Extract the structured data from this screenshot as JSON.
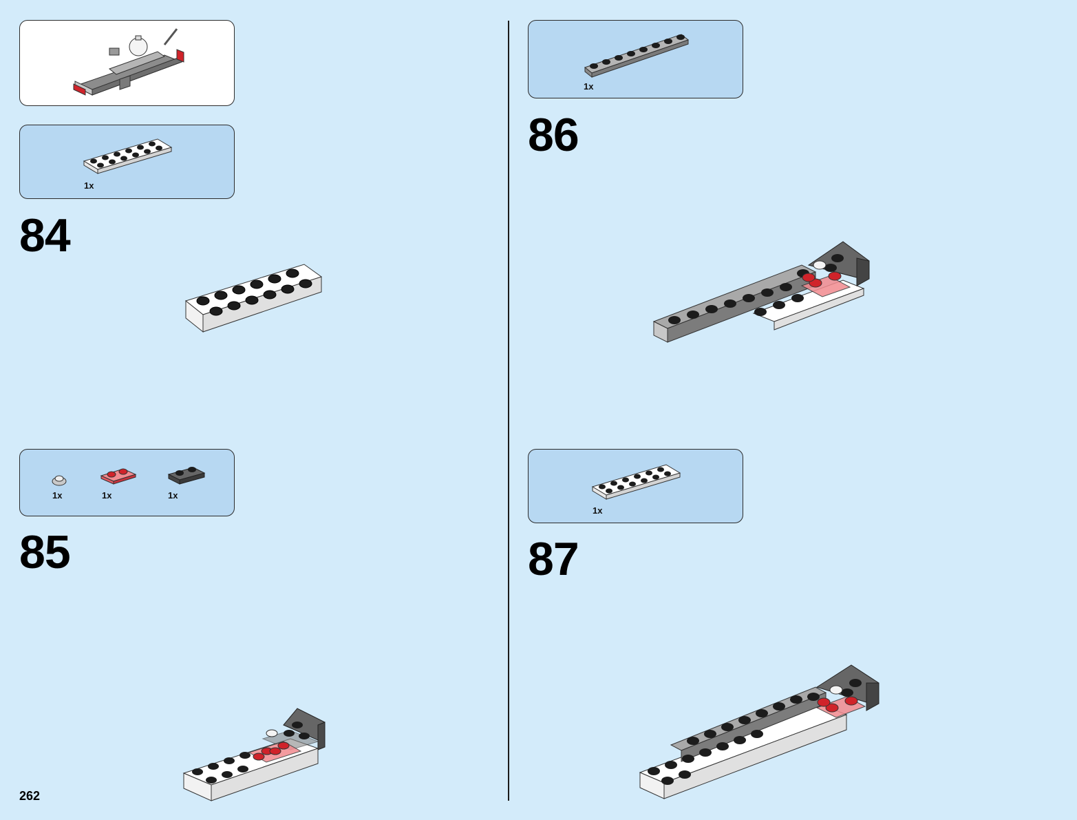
{
  "page": {
    "number": "262"
  },
  "left": {
    "submodel_callout": {
      "label": "submodel preview"
    },
    "step84": {
      "number": "84",
      "parts": [
        {
          "qty": "1x",
          "part": "white-plate-2x6-icon"
        }
      ]
    },
    "step85": {
      "number": "85",
      "parts": [
        {
          "qty": "1x",
          "part": "light-grey-round-plate-icon"
        },
        {
          "qty": "1x",
          "part": "trans-red-plate-1x2-icon"
        },
        {
          "qty": "1x",
          "part": "dark-grey-bracket-1x2-icon"
        }
      ]
    }
  },
  "right": {
    "step86": {
      "number": "86",
      "parts": [
        {
          "qty": "1x",
          "part": "light-grey-plate-1x8-icon"
        }
      ]
    },
    "step87": {
      "number": "87",
      "parts": [
        {
          "qty": "1x",
          "part": "white-plate-2x6-icon"
        }
      ]
    }
  },
  "colors": {
    "background": "#d3ebfa",
    "parts_box": "#b7d8f2",
    "white_brick": "#ffffff",
    "grey_brick": "#a9a9a9",
    "dark_grey_brick": "#5a5a5a",
    "trans_red": "#e8323c",
    "stud_black": "#1c1c1c"
  }
}
